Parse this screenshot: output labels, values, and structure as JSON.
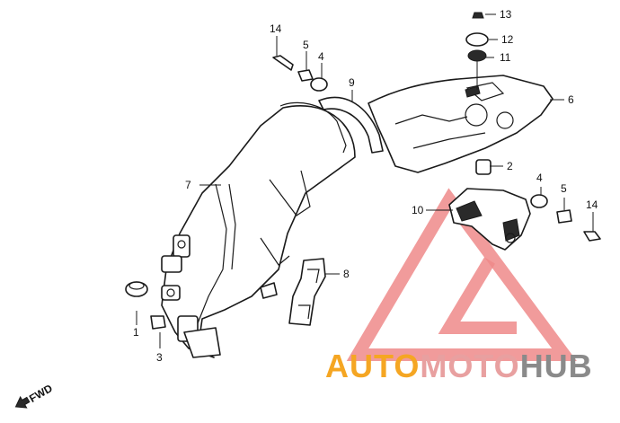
{
  "callouts": {
    "c1": "1",
    "c2": "2",
    "c3": "3",
    "c4a": "4",
    "c4b": "4",
    "c5a": "5",
    "c5b": "5",
    "c6": "6",
    "c7": "7",
    "c8": "8",
    "c9": "9",
    "c10": "10",
    "c11": "11",
    "c12": "12",
    "c13": "13",
    "c14a": "14",
    "c14b": "14"
  },
  "fwd_label": "FWD",
  "watermark": {
    "part1": "AUTO",
    "part2": "MOTO",
    "part3": "HUB",
    "color1": "#f5a623",
    "color2": "#e8a0a0",
    "color3": "#8a8a8a",
    "triangle_color": "#ef8a8a"
  }
}
